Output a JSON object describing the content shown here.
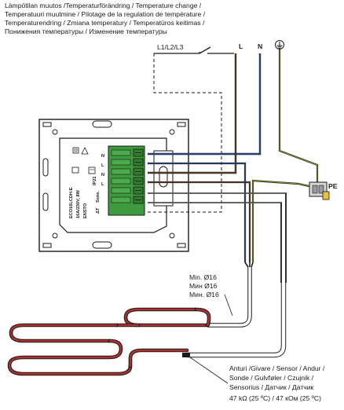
{
  "header": {
    "lines": [
      "Lämpötilan muutos /Temperaturförändring / Temperature change /",
      "Temperatuuri muutmine / Pilotage de la regulation de température /",
      "Temperaturendring / Zmiana temperatury / Temperatūros keitimas /",
      "Понижения температуры / Изменение температуры"
    ]
  },
  "supply": {
    "switch_label": "L1/L2/L3",
    "live_label": "L",
    "neutral_label": "N",
    "earth_symbol": "earth-symbol"
  },
  "pe_label": "PE",
  "device": {
    "model_text": "ECO16LCDH-E",
    "rating_text": "16A/230V, 8W",
    "ip_text": "IP21",
    "brand_text": "ENSTO",
    "sensor_text": "Sens.",
    "delta_t_text": "ΔT",
    "terminal_labels": [
      "N",
      "L",
      "N",
      "L",
      "",
      ""
    ]
  },
  "conduit_labels": [
    "Min. Ø16",
    "Мин Ø16",
    "Мин. Ø16"
  ],
  "sensor_labels": [
    "Anturi /Givare / Sensor / Andur /",
    "Sonde / Gulvføler / Czujnik /",
    "Sensorius / Датчик / Датчик",
    "47 kΩ (25 ºC) / 47 кОм (25 ºC)"
  ],
  "colors": {
    "wire_blue": "#2f55a8",
    "wire_brown": "#6b4a2a",
    "wire_green_yellow": "#8a9a2a",
    "wire_gray": "#9a9a9a",
    "heating_cable": "#b03030",
    "terminal_green": "#3d9a3d",
    "pe_yellow": "#e8c040"
  }
}
